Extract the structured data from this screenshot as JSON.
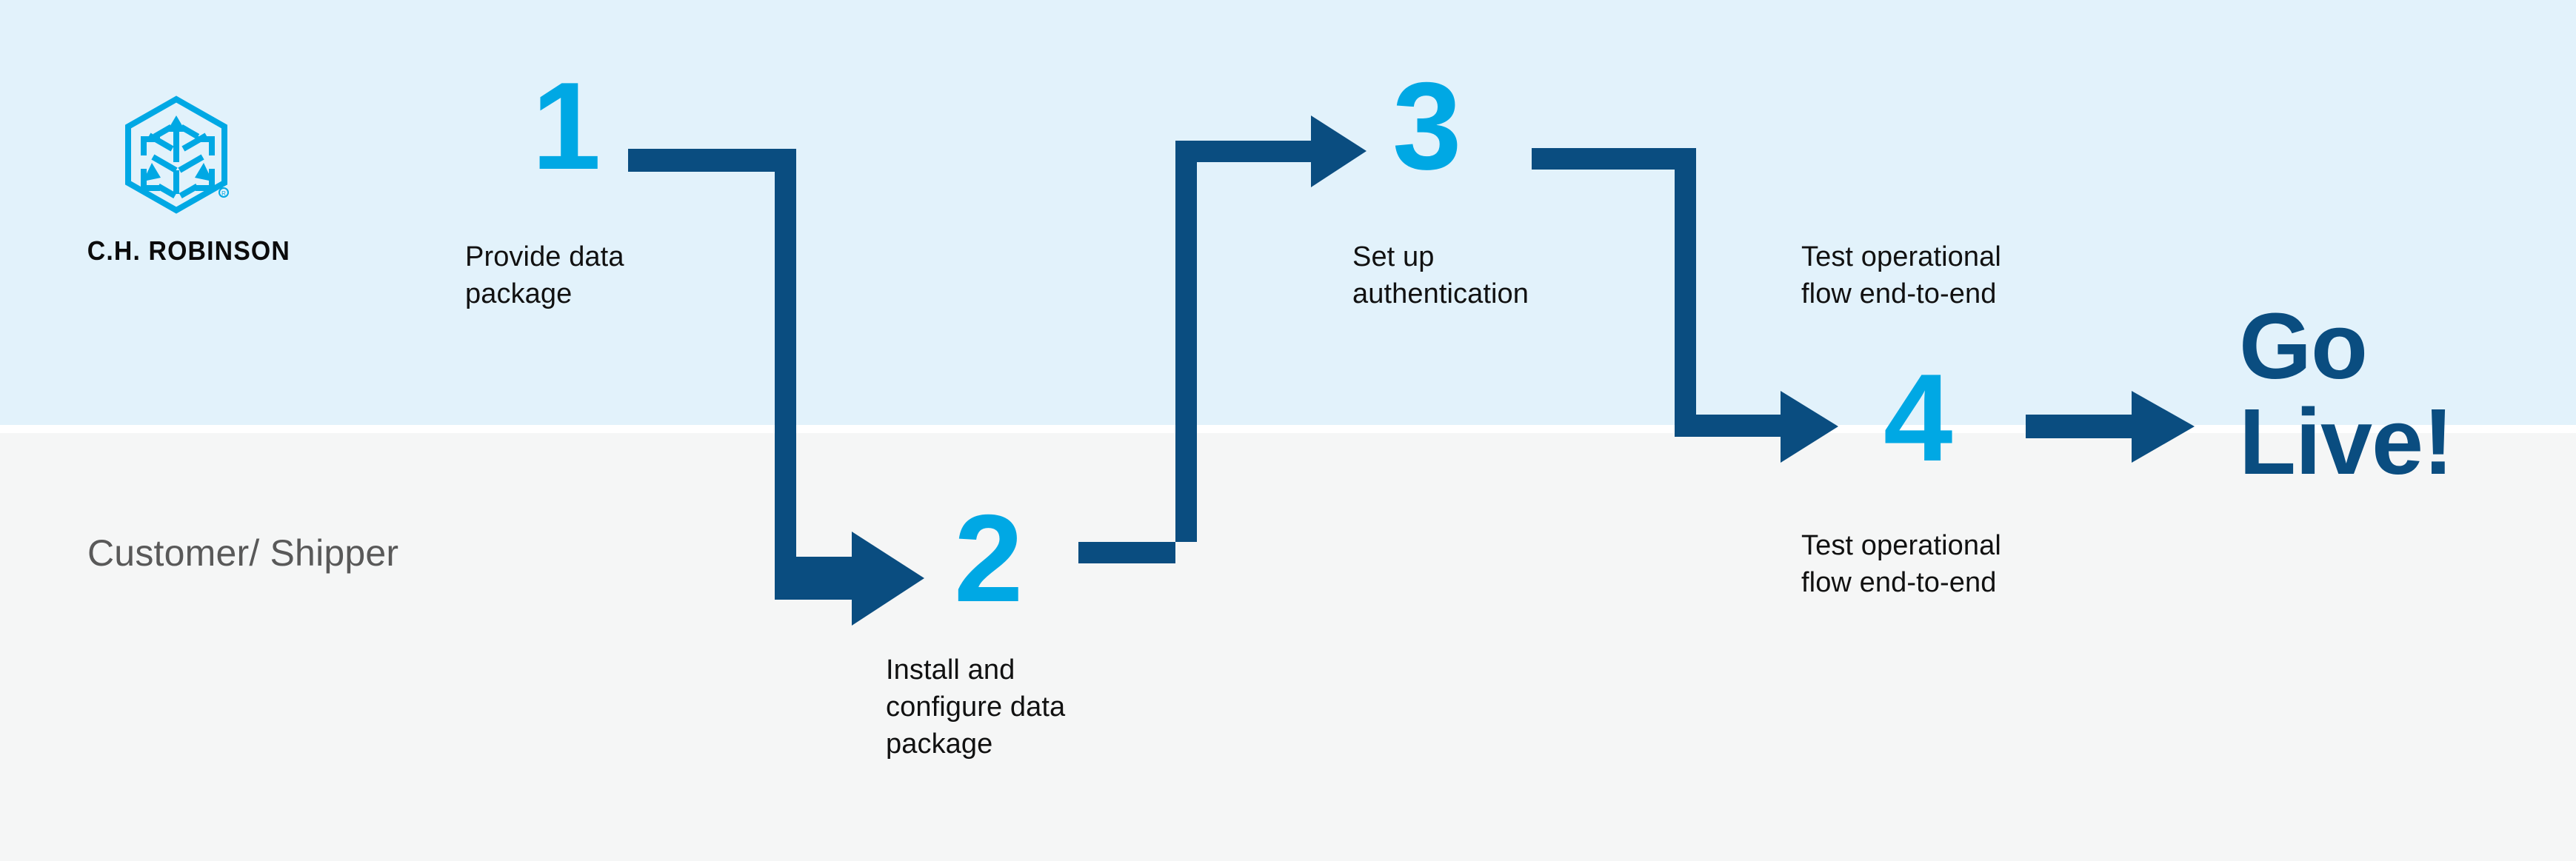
{
  "brand": {
    "name": "C.H. ROBINSON",
    "logo_icon": "hexagon-cube-arrows-icon",
    "registered_mark": "®"
  },
  "colors": {
    "band_top": "#e2f2fb",
    "band_bottom": "#f5f6f6",
    "accent_cyan": "#00a8e4",
    "accent_navy": "#0a4d80",
    "caption_text": "#111111",
    "lane_label_text": "#595959"
  },
  "lanes": [
    {
      "id": "ch-robinson",
      "label": ""
    },
    {
      "id": "customer-shipper",
      "label": "Customer/\nShipper"
    }
  ],
  "steps": [
    {
      "number": "1",
      "caption": "Provide data\npackage",
      "lane": "ch-robinson"
    },
    {
      "number": "2",
      "caption": "Install and\nconfigure data\npackage",
      "lane": "customer-shipper"
    },
    {
      "number": "3",
      "caption": "Set up\nauthentication",
      "lane": "ch-robinson"
    },
    {
      "number": "4",
      "caption_above": "Test operational\nflow end-to-end",
      "caption_below": "Test operational\nflow end-to-end",
      "lane": "both"
    }
  ],
  "outcome": {
    "label": "Go\nLive!"
  }
}
